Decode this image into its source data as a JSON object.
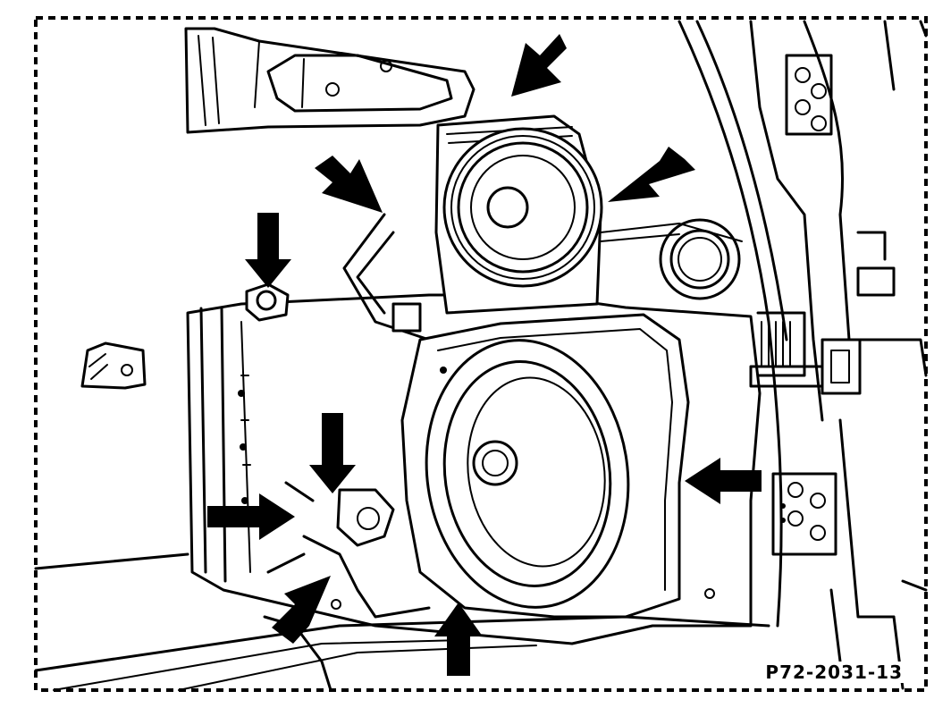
{
  "figure": {
    "reference_code": "P72-2031-13",
    "line_color": "#000000",
    "background_color": "#ffffff",
    "frame_style": "dashed",
    "callout_count": 9
  }
}
